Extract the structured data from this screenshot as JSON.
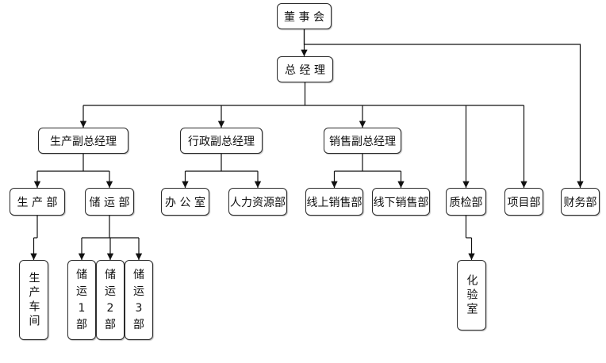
{
  "diagram": {
    "type": "org-chart",
    "line_color": "#111111",
    "nodes": {
      "board": {
        "label": "董 事 会"
      },
      "gm": {
        "label": "总 经 理"
      },
      "prod_vp": {
        "label": "生产副总经理"
      },
      "admin_vp": {
        "label": "行政副总经理"
      },
      "sales_vp": {
        "label": "销售副总经理"
      },
      "qc": {
        "label": "质检部"
      },
      "project": {
        "label": "项目部"
      },
      "finance": {
        "label": "财务部"
      },
      "production": {
        "label": "生 产 部"
      },
      "storage": {
        "label": "储 运 部"
      },
      "office": {
        "label": "办 公 室"
      },
      "hr": {
        "label": "人力资源部"
      },
      "online": {
        "label": "线上销售部"
      },
      "offline": {
        "label": "线下销售部"
      },
      "workshop": {
        "label": "生产车间"
      },
      "storage1": {
        "label": [
          "储",
          "运",
          "1",
          "部"
        ]
      },
      "storage2": {
        "label": [
          "储",
          "运",
          "2",
          "部"
        ]
      },
      "storage3": {
        "label": [
          "储",
          "运",
          "3",
          "部"
        ]
      },
      "lab": {
        "label": "化验室"
      }
    },
    "edges": [
      [
        "board",
        "gm"
      ],
      [
        "board",
        "finance"
      ],
      [
        "gm",
        "prod_vp"
      ],
      [
        "gm",
        "admin_vp"
      ],
      [
        "gm",
        "sales_vp"
      ],
      [
        "gm",
        "qc"
      ],
      [
        "gm",
        "project"
      ],
      [
        "prod_vp",
        "production"
      ],
      [
        "prod_vp",
        "storage"
      ],
      [
        "admin_vp",
        "office"
      ],
      [
        "admin_vp",
        "hr"
      ],
      [
        "sales_vp",
        "online"
      ],
      [
        "sales_vp",
        "offline"
      ],
      [
        "production",
        "workshop"
      ],
      [
        "storage",
        "storage1"
      ],
      [
        "storage",
        "storage2"
      ],
      [
        "storage",
        "storage3"
      ],
      [
        "qc",
        "lab"
      ]
    ]
  }
}
